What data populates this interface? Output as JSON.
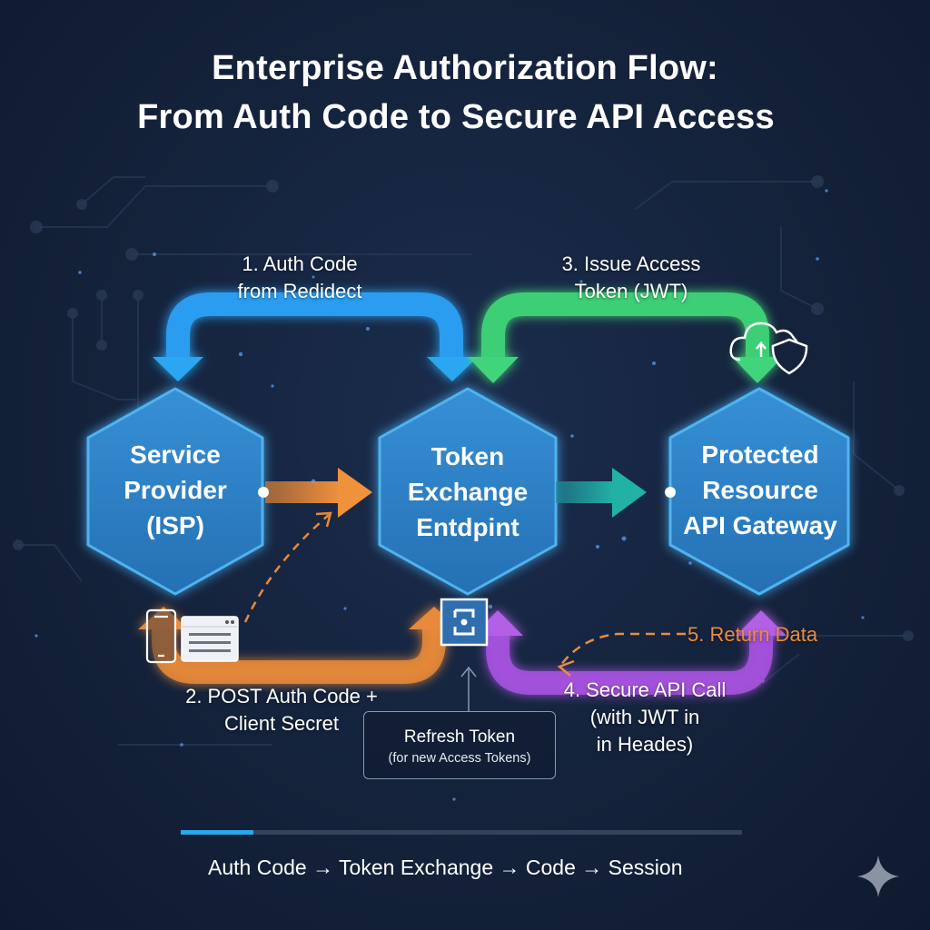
{
  "title": {
    "line1": "Enterprise Authorization Flow:",
    "line2": "From Auth Code to Secure API Access"
  },
  "nodes": [
    {
      "id": "service-provider",
      "lines": [
        "Service",
        "Provider",
        "(ISP)"
      ]
    },
    {
      "id": "token-exchange",
      "lines": [
        "Token",
        "Exchange",
        "Entdpint"
      ]
    },
    {
      "id": "protected-resource",
      "lines": [
        "Protected",
        "Resource",
        "API Gateway"
      ]
    }
  ],
  "steps": [
    {
      "number": 1,
      "lines": [
        "1. Auth Code",
        "from Redidect"
      ],
      "color": "#2a9df0"
    },
    {
      "number": 2,
      "lines": [
        "2. POST Auth Code +",
        "Client Secret"
      ],
      "color": "#e8893a"
    },
    {
      "number": 3,
      "lines": [
        "3. Issue Access",
        "Token (JWT)"
      ],
      "color": "#3ecf75"
    },
    {
      "number": 4,
      "lines": [
        "4. Secure API Call",
        "(with JWT in",
        "in Heades)"
      ],
      "color": "#a452dd"
    },
    {
      "number": 5,
      "lines": [
        "5. Return Data"
      ],
      "color": "#ea8c3e"
    }
  ],
  "refresh_token": {
    "title": "Refresh Token",
    "subtitle": "(for new Access Tokens)"
  },
  "progress": {
    "value_percent": 13
  },
  "footer": {
    "text": "Auth Code → Token Exchange → Code → Session"
  },
  "icons": [
    "cloud-shield-icon",
    "mobile-phone-icon",
    "browser-window-icon",
    "vault-icon",
    "sparkle-icon"
  ],
  "colors": {
    "background": "#14223b",
    "node_fill": "#2b7fc4",
    "node_border": "#4fb3ef",
    "blue_arrow": "#2a9df0",
    "green_arrow": "#3ecf75",
    "orange_arrow": "#e8893a",
    "purple_arrow": "#a452dd",
    "teal_arrow": "#1fa7a0",
    "progress": "#29a8ea"
  }
}
